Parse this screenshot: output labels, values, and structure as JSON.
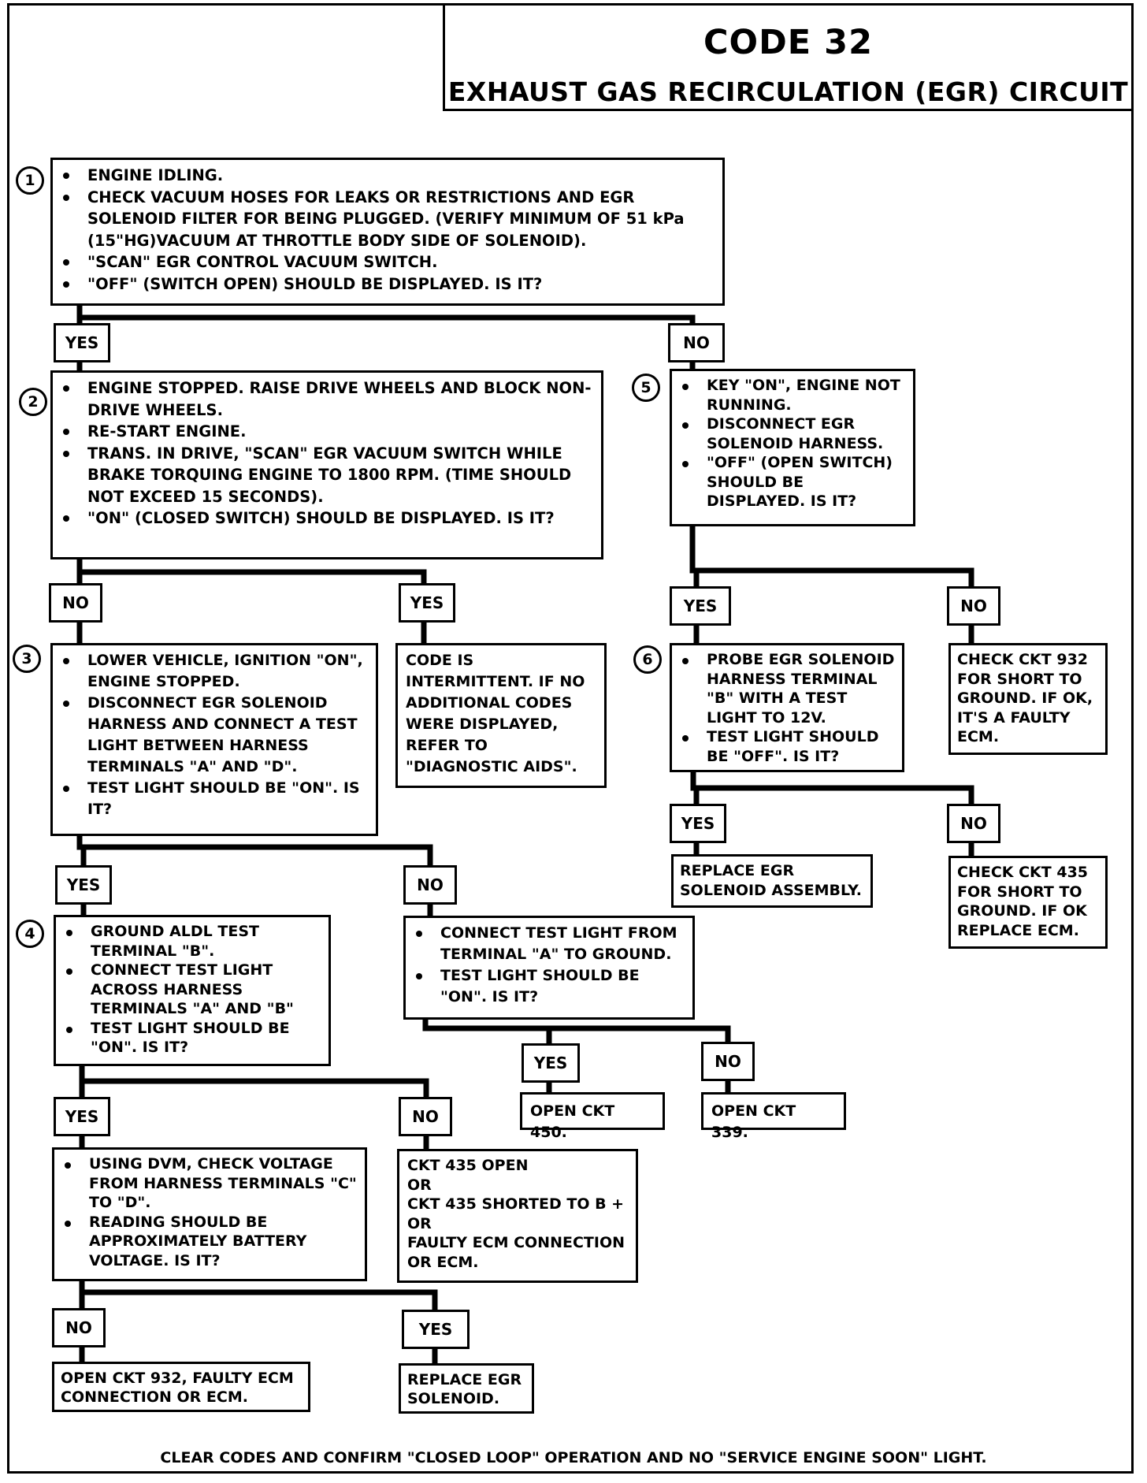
{
  "title": {
    "code": "CODE 32",
    "subtitle": "EXHAUST GAS RECIRCULATION (EGR) CIRCUIT"
  },
  "labels": {
    "yes": "YES",
    "no": "NO"
  },
  "steps": {
    "s1": {
      "num": "1",
      "items": [
        "ENGINE IDLING.",
        "CHECK VACUUM HOSES FOR LEAKS OR RESTRICTIONS AND EGR SOLENOID FILTER FOR BEING PLUGGED. (VERIFY MINIMUM OF 51 kPa (15\"HG)VACUUM AT THROTTLE BODY SIDE OF SOLENOID).",
        "\"SCAN\" EGR CONTROL VACUUM SWITCH.",
        "\"OFF\" (SWITCH OPEN) SHOULD BE DISPLAYED.  IS IT?"
      ]
    },
    "s2": {
      "num": "2",
      "items": [
        "ENGINE STOPPED.  RAISE DRIVE WHEELS AND BLOCK NON-DRIVE WHEELS.",
        "RE-START ENGINE.",
        "TRANS. IN DRIVE, \"SCAN\" EGR VACUUM SWITCH WHILE BRAKE TORQUING ENGINE TO 1800 RPM. (TIME SHOULD NOT EXCEED 15 SECONDS).",
        "\"ON\" (CLOSED SWITCH) SHOULD BE DISPLAYED. IS IT?"
      ]
    },
    "s3": {
      "num": "3",
      "items": [
        "LOWER VEHICLE, IGNITION \"ON\", ENGINE STOPPED.",
        "DISCONNECT EGR SOLENOID HARNESS AND CONNECT A TEST LIGHT BETWEEN HARNESS TERMINALS \"A\" AND \"D\".",
        "TEST LIGHT SHOULD BE \"ON\". IS IT?"
      ]
    },
    "s4": {
      "num": "4",
      "items": [
        "GROUND ALDL TEST TERMINAL \"B\".",
        "CONNECT TEST LIGHT ACROSS HARNESS TERMINALS \"A\" AND \"B\"",
        "TEST LIGHT SHOULD BE \"ON\".  IS IT?"
      ]
    },
    "s5": {
      "num": "5",
      "items": [
        "KEY \"ON\", ENGINE NOT RUNNING.",
        "DISCONNECT EGR SOLENOID HARNESS.",
        "\"OFF\" (OPEN SWITCH) SHOULD BE DISPLAYED. IS IT?"
      ]
    },
    "s6": {
      "num": "6",
      "items": [
        "PROBE EGR SOLENOID HARNESS TERMINAL \"B\" WITH A TEST LIGHT TO 12V.",
        "TEST LIGHT SHOULD BE \"OFF\".  IS IT?"
      ]
    }
  },
  "boxes": {
    "intermittent": "CODE IS INTERMITTENT.  IF NO ADDITIONAL CODES WERE DISPLAYED, REFER TO \"DIAGNOSTIC AIDS\".",
    "connect_light": [
      "CONNECT TEST LIGHT FROM TERMINAL \"A\" TO GROUND.",
      "TEST LIGHT SHOULD BE \"ON\".  IS IT?"
    ],
    "open450": "OPEN CKT 450.",
    "open339": "OPEN CKT 339.",
    "dvm": [
      "USING DVM, CHECK VOLTAGE FROM HARNESS TERMINALS \"C\" TO \"D\".",
      "READING SHOULD BE APPROXIMATELY BATTERY VOLTAGE.  IS IT?"
    ],
    "ckt435": "CKT 435 OPEN\nOR\nCKT 435 SHORTED TO B +\nOR\nFAULTY ECM CONNECTION OR ECM.",
    "open932": "OPEN CKT 932,  FAULTY ECM CONNECTION OR ECM.",
    "replace_solenoid": "REPLACE EGR SOLENOID.",
    "check932": "CHECK CKT 932 FOR SHORT TO GROUND.  IF OK, IT'S A FAULTY ECM.",
    "replace_assembly": "REPLACE EGR SOLENOID ASSEMBLY.",
    "check435": "CHECK CKT 435 FOR SHORT TO GROUND.  IF OK REPLACE ECM."
  },
  "footer": "CLEAR CODES AND CONFIRM \"CLOSED LOOP\" OPERATION AND NO \"SERVICE ENGINE SOON\" LIGHT."
}
